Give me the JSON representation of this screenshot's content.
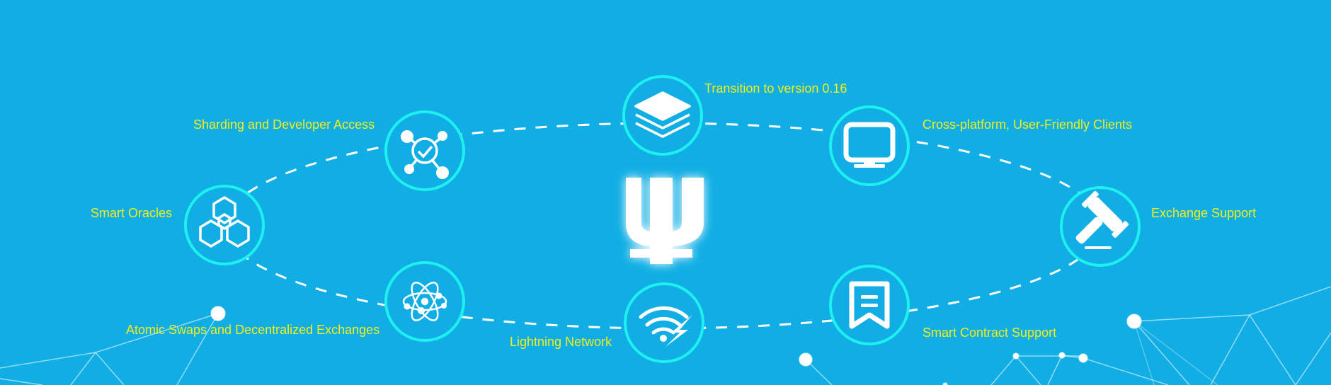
{
  "logo": {
    "glyph": "Ψ"
  },
  "roadmap": {
    "items": [
      {
        "id": "transition",
        "label": "Transition to version 0.16",
        "icon": "layers-icon"
      },
      {
        "id": "sharding",
        "label": "Sharding and Developer Access",
        "icon": "network-check-icon"
      },
      {
        "id": "clients",
        "label": "Cross-platform, User-Friendly Clients",
        "icon": "monitor-icon"
      },
      {
        "id": "oracles",
        "label": "Smart Oracles",
        "icon": "hexagons-icon"
      },
      {
        "id": "exchange",
        "label": "Exchange Support",
        "icon": "gavel-icon"
      },
      {
        "id": "atomic",
        "label": "Atomic Swaps and Decentralized Exchanges",
        "icon": "atom-icon"
      },
      {
        "id": "lightning",
        "label": "Lightning Network",
        "icon": "wifi-bolt-icon"
      },
      {
        "id": "contract",
        "label": "Smart Contract Support",
        "icon": "bookmark-document-icon"
      }
    ]
  },
  "colors": {
    "background": "#10aee4",
    "label": "#f2ee1a",
    "ring": "#1ef0f0",
    "line": "#ffffff"
  }
}
